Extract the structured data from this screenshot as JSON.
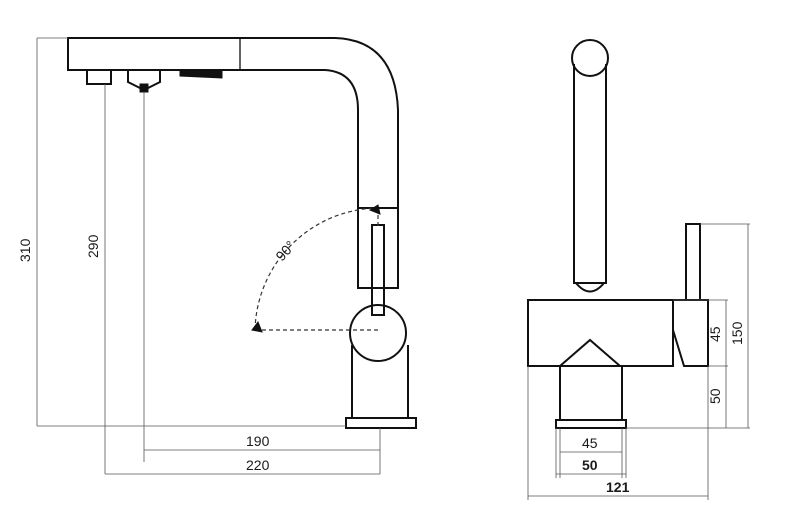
{
  "side_view": {
    "dim_total_height": "310",
    "dim_outlet_height": "290",
    "dim_reach_190": "190",
    "dim_reach_220": "220",
    "rotation_angle": "90°"
  },
  "front_view": {
    "dim_lever_150": "150",
    "dim_body_45": "45",
    "dim_base_50": "50",
    "dim_width_45": "45",
    "dim_width_50": "50",
    "dim_width_121": "121"
  }
}
